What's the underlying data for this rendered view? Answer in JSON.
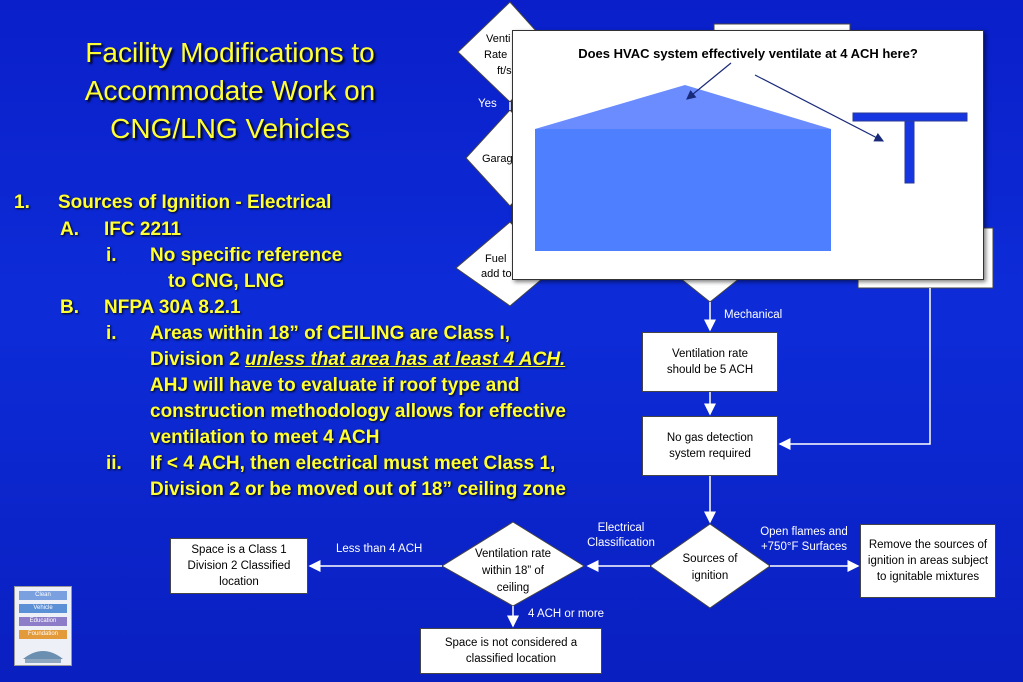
{
  "title": {
    "line1": "Facility Modifications to",
    "line2": "Accommodate Work on",
    "line3": "CNG/LNG Vehicles"
  },
  "outline": {
    "item1_num": "1.",
    "item1_text": "Sources of Ignition - Electrical",
    "a_num": "A.",
    "a_text": "IFC 2211",
    "ai_num": "i.",
    "ai_text1": "No specific reference",
    "ai_text2": "to CNG, LNG",
    "b_num": "B.",
    "b_text": "NFPA 30A 8.2.1",
    "bi_num": "i.",
    "bi_text1": "Areas within 18” of CEILING are Class I,",
    "bi_text2a": "Division 2 ",
    "bi_text2b": "unless that area has at least 4 ACH.",
    "bi_text3": "AHJ will have to evaluate if roof type and",
    "bi_text4": "construction methodology allows for effective",
    "bi_text5": "ventilation to meet 4 ACH",
    "bii_num": "ii.",
    "bii_text1": "If < 4 ACH, then electrical must meet Class 1,",
    "bii_text2": "Division 2 or be moved out of 18” ceiling zone"
  },
  "flow": {
    "partial_top_diamond": [
      "Venti",
      "Rate",
      "ft/s"
    ],
    "yes_label": "Yes",
    "partial_garage": "Garag",
    "partial_fuel": [
      "Fuel",
      "add to"
    ],
    "mechanical_label": "Mechanical",
    "ventilation_box": "Ventilation rate should be 5 ACH",
    "no_gas_box": "No gas detection system required",
    "electrical_label": "Electrical Classification",
    "sources_diamond": [
      "Sources of",
      "ignition"
    ],
    "open_flames_label": "Open flames and +750°F Surfaces",
    "remove_box": "Remove the sources of ignition in areas subject to ignitable mixtures",
    "vent_diamond": [
      "Ventilation rate",
      "within 18” of",
      "ceiling"
    ],
    "less_than_label": "Less than 4 ACH",
    "class1_box": "Space is a Class 1 Division 2 Classified location",
    "ach_more_label": "4 ACH or more",
    "not_classified_box": "Space is not considered a classified location"
  },
  "popup": {
    "question": "Does HVAC system effectively ventilate at 4 ACH here?"
  },
  "logo": {
    "words": [
      "Clean",
      "Vehicle",
      "Education",
      "Foundation"
    ]
  },
  "colors": {
    "background": "#0d2cd8",
    "title": "#ffff33",
    "building": "#4d7fff",
    "roof": "#6a8cff",
    "tee": "#1536e0"
  }
}
